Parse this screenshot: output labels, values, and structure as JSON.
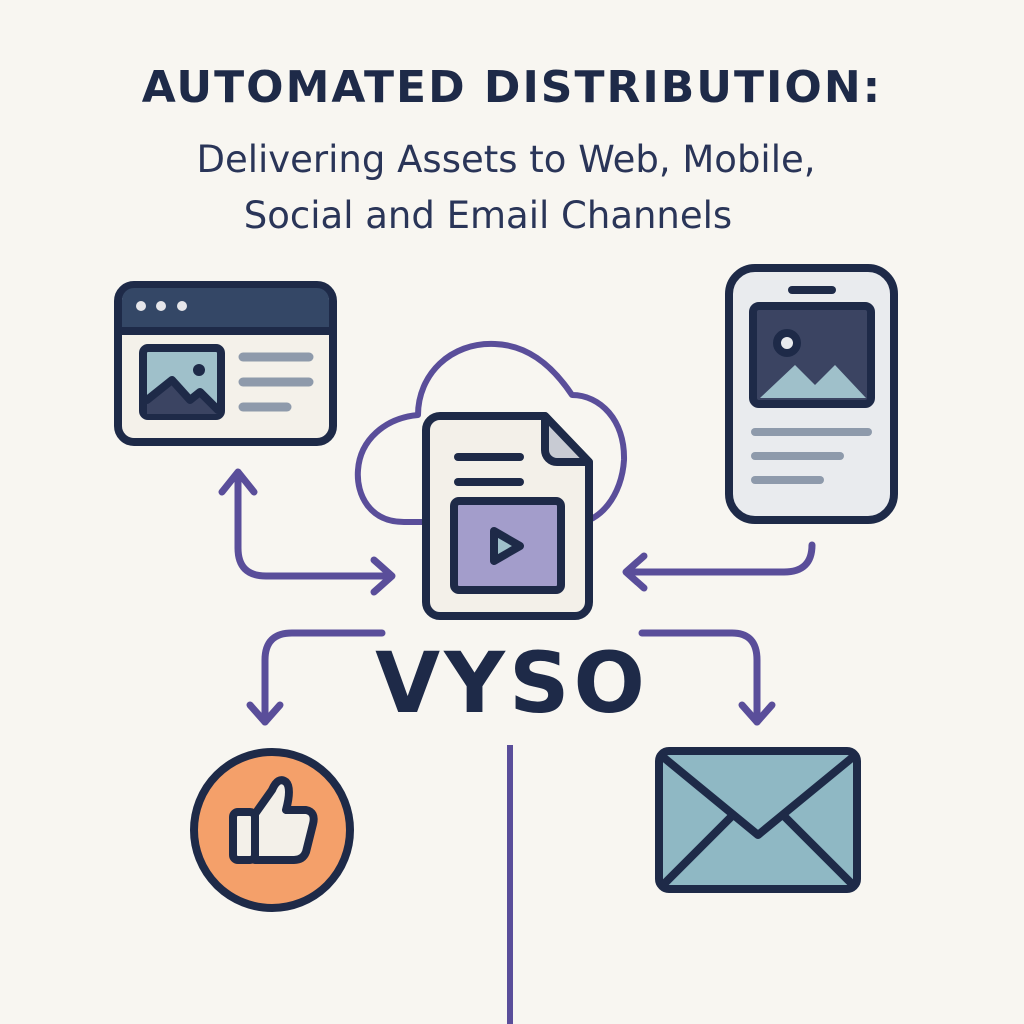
{
  "header": {
    "title": "AUTOMATED DISTRIBUTION:",
    "subtitle_line1": "Delivering Assets to Web, Mobile,",
    "subtitle_line2": "Social and Email Channels"
  },
  "center": {
    "brand": "VYSO"
  },
  "colors": {
    "background": "#f8f6f1",
    "navy": "#1e2a48",
    "purple": "#5a4e9a",
    "video_fill": "#a39dcb",
    "orange": "#f4a06a",
    "teal": "#8fb8c4"
  },
  "icons": [
    "browser-window-icon",
    "cloud-icon",
    "document-video-icon",
    "mobile-phone-icon",
    "thumbs-up-icon",
    "email-envelope-icon"
  ]
}
